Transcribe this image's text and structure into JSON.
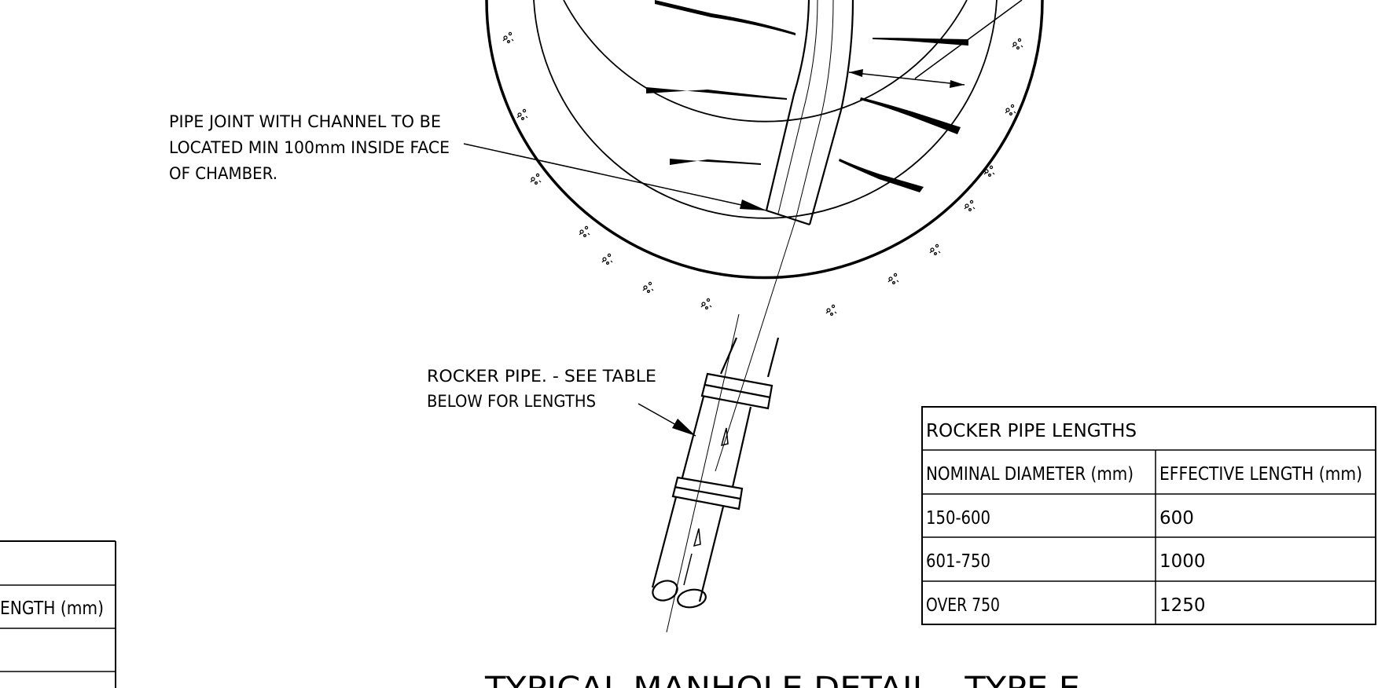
{
  "notes": {
    "pipe_joint": [
      "PIPE JOINT WITH CHANNEL TO BE",
      "LOCATED MIN 100mm INSIDE FACE",
      "OF CHAMBER."
    ],
    "rocker_pipe": [
      "ROCKER PIPE. - SEE TABLE",
      "BELOW FOR LENGTHS"
    ]
  },
  "table_right": {
    "title": "ROCKER PIPE LENGTHS",
    "headers": [
      "NOMINAL DIAMETER (mm)",
      "EFFECTIVE LENGTH (mm)"
    ],
    "rows": [
      [
        "150-600",
        "600"
      ],
      [
        "601-750",
        "1000"
      ],
      [
        "OVER 750",
        "1250"
      ]
    ]
  },
  "table_left_partial": {
    "header_fragment": "ENGTH (mm)"
  },
  "title": "TYPICAL MANHOLE DETAIL - TYPE E"
}
